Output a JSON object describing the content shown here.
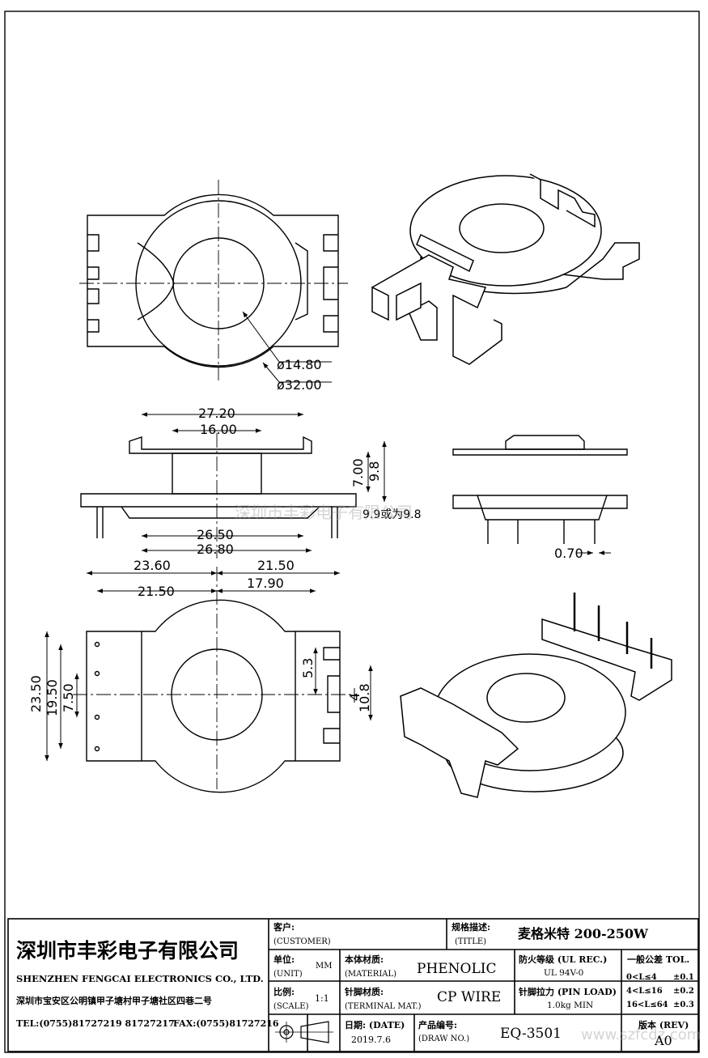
{
  "dimensions": {
    "hole_diameter": "ø14.80",
    "outer_diameter": "ø32.00",
    "flange_width": "27.20",
    "core_width": "16.00",
    "core_height": "7.00",
    "total_height": "9.8",
    "base_width": "26.50",
    "base_total_width": "26.80",
    "height_note": "9.9或为9.8",
    "pin_width": "0.70",
    "left_half": "23.60",
    "right_half": "21.50",
    "left_inner": "21.50",
    "right_inner": "17.90",
    "side_total": "23.50",
    "side_outer_pins": "19.50",
    "side_inner_pins": "7.50",
    "right_slot": "5.3",
    "right_gap": "4",
    "right_slot_total": "10.8"
  },
  "watermark": {
    "company": "深圳市丰彩电子有限公司",
    "site": "www.szfcdz.com"
  },
  "titleblock": {
    "company_cn": "深圳市丰彩电子有限公司",
    "company_en": "SHENZHEN FENGCAI ELECTRONICS CO., LTD.",
    "address": "深圳市宝安区公明镇甲子塘村甲子塘社区四巷二号",
    "tel": "TEL:(0755)81727219   81727217",
    "fax": "FAX:(0755)81727216",
    "customer_label": "客户:",
    "customer_label_en": "(CUSTOMER)",
    "title_label": "规格描述:",
    "title_label_en": "(TITLE)",
    "title_value": "麦格米特 200-250W",
    "unit_label": "单位:",
    "unit_label_en": "(UNIT)",
    "unit_value": "MM",
    "material_label": "本体材质:",
    "material_label_en": "(MATERIAL)",
    "material_value": "PHENOLIC",
    "fire_label": "防火等级 (UL REC.)",
    "fire_value": "UL 94V-0",
    "tol_label": "一般公差 TOL.",
    "tol_rows": [
      {
        "range": "0<L≤4",
        "tol": "±0.1"
      },
      {
        "range": "4<L≤16",
        "tol": "±0.2"
      },
      {
        "range": "16<L≤64",
        "tol": "±0.3"
      }
    ],
    "scale_label": "比例:",
    "scale_label_en": "(SCALE)",
    "scale_value": "1:1",
    "terminal_label": "针脚材质:",
    "terminal_label_en": "(TERMINAL MAT.)",
    "terminal_value": "CP WIRE",
    "pinload_label": "针脚拉力 (PIN LOAD)",
    "pinload_value": "1.0kg MIN",
    "date_label": "日期: (DATE)",
    "date_value": "2019.7.6",
    "drawno_label": "产品编号:",
    "drawno_label_en": "(DRAW NO.)",
    "drawno_value": "EQ-3501",
    "rev_label": "版本 (REV)",
    "rev_value": "A0"
  }
}
